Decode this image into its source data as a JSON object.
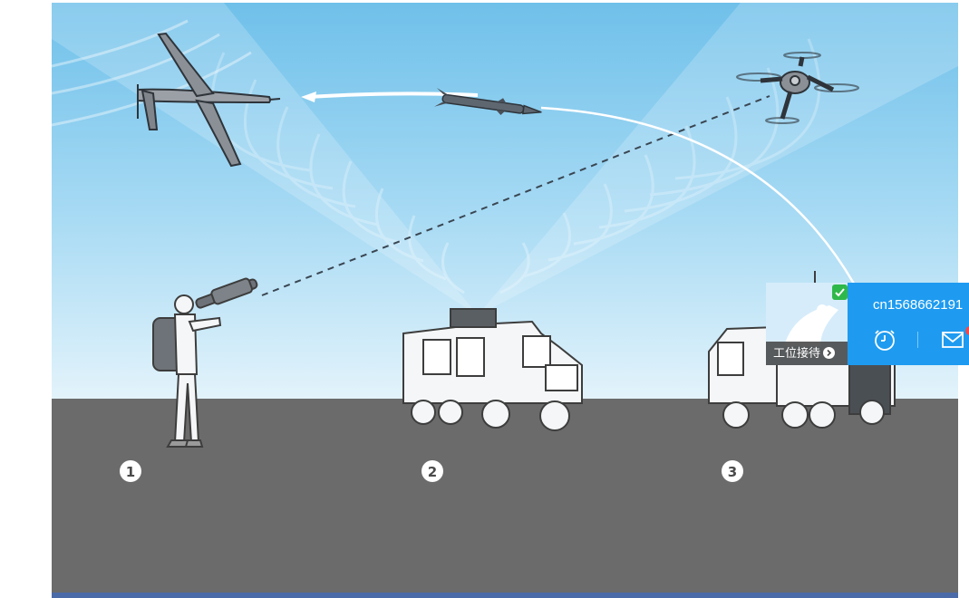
{
  "illustration": {
    "description_markers": [
      "1",
      "2",
      "3"
    ],
    "colors": {
      "sky_top": "#7ec6ec",
      "sky_bottom": "#dff1fb",
      "ground": "#6b6b6b",
      "line": "#3a4652"
    }
  },
  "widget": {
    "avatar_label": "工位接待",
    "username": "cn1568662191",
    "status": "online",
    "colors": {
      "panel": "#1e9bf0",
      "status": "#2fb84a",
      "badge": "#f04a4a"
    },
    "icons": [
      "clock-icon",
      "mail-icon",
      "chevron-right-icon",
      "check-icon"
    ]
  }
}
